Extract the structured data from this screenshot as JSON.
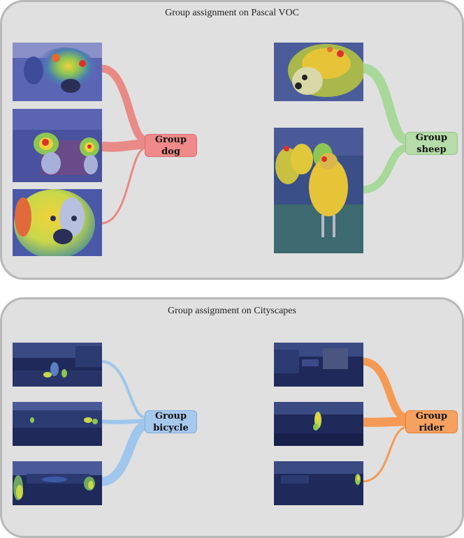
{
  "panels": [
    {
      "title": "Group assignment on Pascal VOC",
      "groups": [
        {
          "label_line1": "Group",
          "label_line2": "dog",
          "color": "#f08a8a",
          "wire_color": "#e88a86"
        },
        {
          "label_line1": "Group",
          "label_line2": "sheep",
          "color": "#b5dca9",
          "wire_color": "#a8d89a"
        }
      ]
    },
    {
      "title": "Group assignment on Cityscapes",
      "groups": [
        {
          "label_line1": "Group",
          "label_line2": "bicycle",
          "color": "#a7c9ee",
          "wire_color": "#9fc6ec"
        },
        {
          "label_line1": "Group",
          "label_line2": "rider",
          "color": "#f7a160",
          "wire_color": "#f59a55"
        }
      ]
    }
  ],
  "colors": {
    "panel_bg": "#e0e0e0",
    "panel_border": "#b8b8b8",
    "heatmap_low": "#2b3a9a",
    "heatmap_mid": "#6fc05a",
    "heatmap_high": "#f0d23a",
    "heatmap_peak": "#e0302a"
  }
}
